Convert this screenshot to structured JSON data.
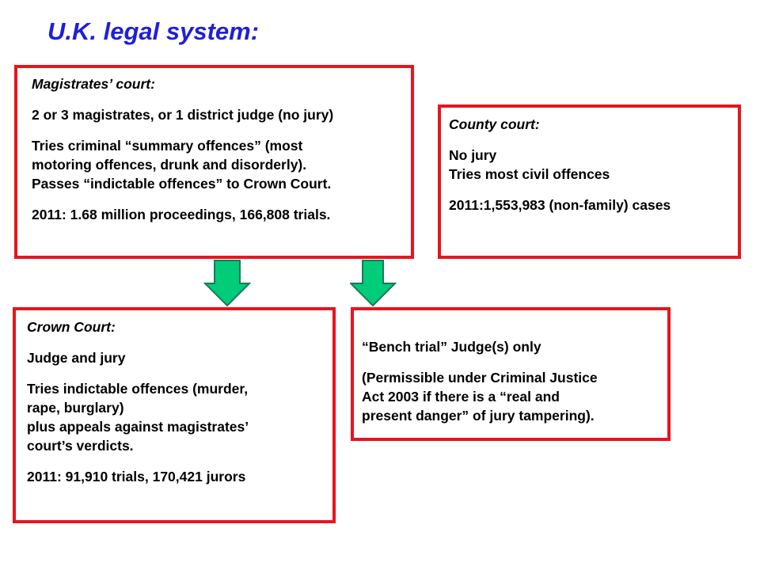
{
  "title": "U.K. legal system:",
  "magistrates": {
    "heading": "Magistrates’ court:",
    "composition": "2 or 3 magistrates, or 1 district judge (no jury)",
    "tries_1": "Tries criminal “summary offences” (most",
    "tries_2": "motoring offences, drunk and disorderly).",
    "tries_3": "Passes “indictable offences” to Crown Court.",
    "stats": "2011: 1.68 million proceedings, 166,808 trials."
  },
  "county": {
    "heading": "County court:",
    "jury": "No jury",
    "tries": "Tries most civil offences",
    "stats": "2011:1,553,983 (non-family) cases"
  },
  "crown": {
    "heading": "Crown Court:",
    "composition": "Judge and jury",
    "tries_1": "Tries indictable offences (murder,",
    "tries_2": "rape, burglary)",
    "tries_3": "plus appeals against magistrates’",
    "tries_4": "court’s verdicts.",
    "stats": "2011: 91,910 trials, 170,421 jurors"
  },
  "bench": {
    "heading": "“Bench trial” Judge(s) only",
    "note_1": "(Permissible under Criminal Justice",
    "note_2": "Act 2003 if there is a “real and",
    "note_3": "present danger” of jury tampering)."
  },
  "colors": {
    "title": "#1f1fd9",
    "border": "#e8141e",
    "arrow_fill": "#00cc7a",
    "arrow_stroke": "#1a7a5a"
  }
}
